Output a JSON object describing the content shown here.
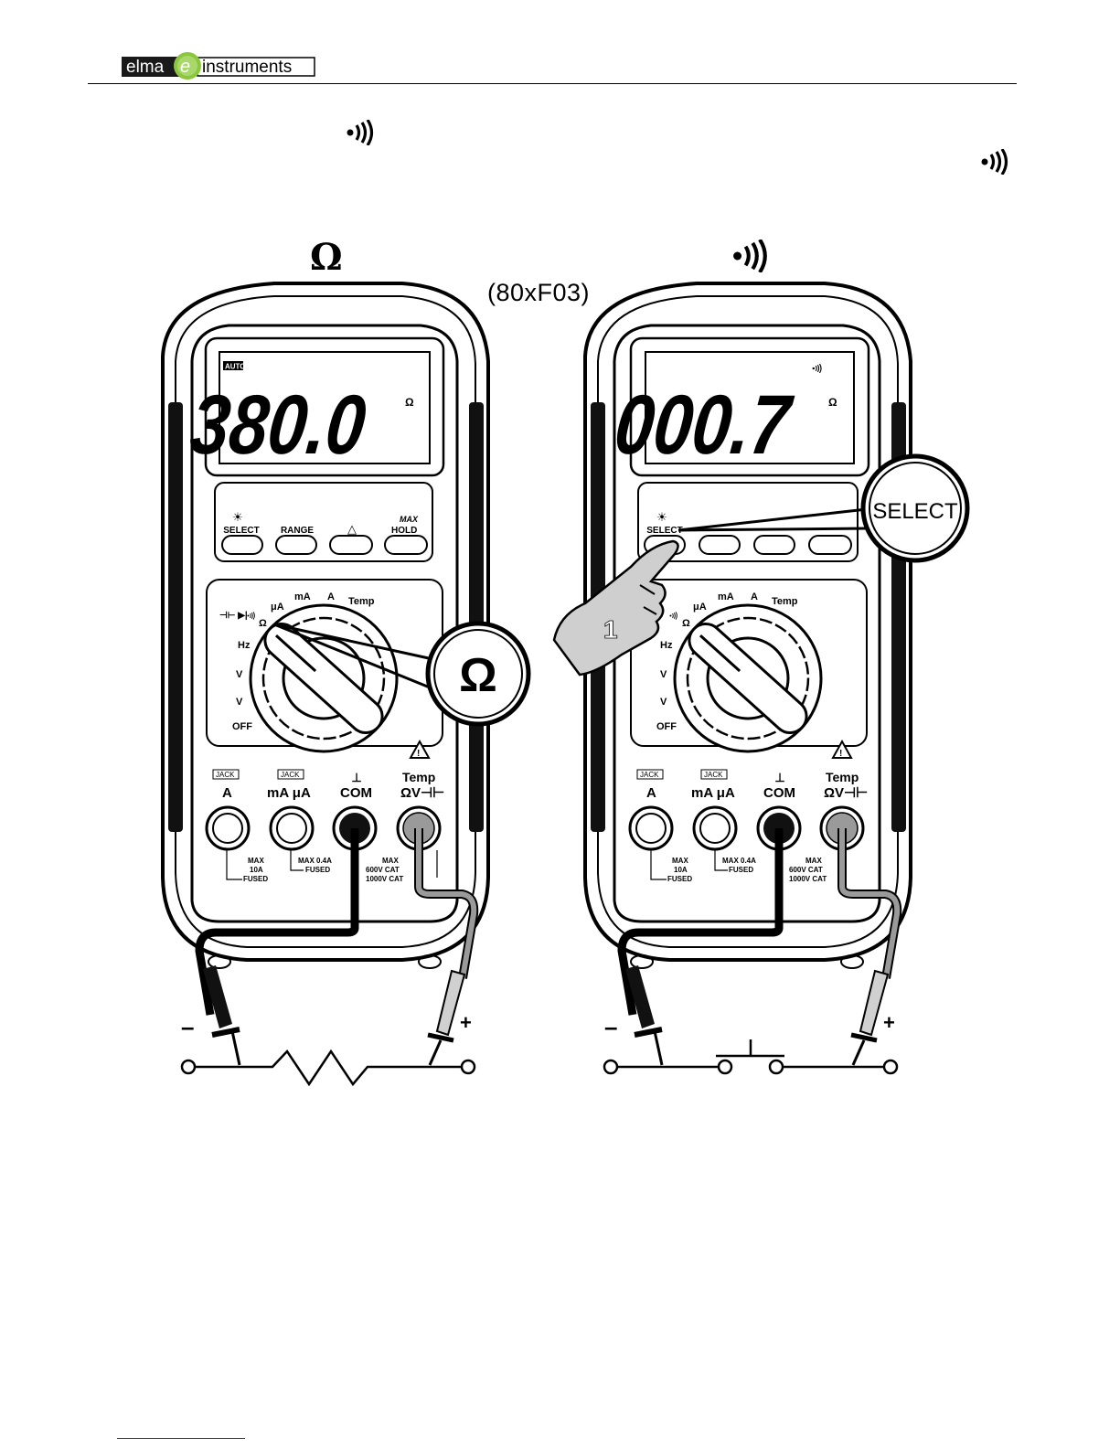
{
  "header": {
    "brand_left": "elma",
    "brand_mark": "e",
    "brand_right": "instruments"
  },
  "figure": {
    "left_heading_symbol": "Ω",
    "model_code": "(80xF03)",
    "left_meter": {
      "auto_badge": "AUTO",
      "display_value": "380.0",
      "display_unit": "Ω",
      "buttons": [
        "SELECT",
        "RANGE",
        "△",
        "HOLD"
      ],
      "max_label": "MAX",
      "dial_labels": {
        "ua": "μA",
        "ma": "mA",
        "a": "A",
        "temp": "Temp",
        "ohm": "Ω",
        "hz": "Hz",
        "v_ac": "V",
        "v_dc": "V",
        "off": "OFF"
      },
      "callout_symbol": "Ω",
      "jacks": {
        "jack_tag": "JACK",
        "a": "A",
        "ma_ua": "mA μA",
        "com": "COM",
        "temp": "Temp",
        "v_ohm_cap": "ΩV⊣⊢"
      },
      "ratings": {
        "max_10a": [
          "MAX",
          "10A",
          "FUSED"
        ],
        "max_04a": [
          "MAX 0.4A",
          "FUSED"
        ],
        "max_v": [
          "MAX",
          "600V  CAT",
          "1000V CAT"
        ]
      },
      "lead_minus": "–",
      "lead_plus": "+"
    },
    "right_meter": {
      "display_value": "000.7",
      "display_unit": "Ω",
      "buttons": [
        "SELECT"
      ],
      "callout_label": "SELECT",
      "finger_step": "1",
      "dial_labels": {
        "ua": "μA",
        "ma": "mA",
        "a": "A",
        "temp": "Temp",
        "ohm": "Ω",
        "hz": "Hz",
        "v_ac": "V",
        "v_dc": "V",
        "off": "OFF"
      },
      "jacks": {
        "jack_tag": "JACK",
        "a": "A",
        "ma_ua": "mA μA",
        "com": "COM",
        "temp": "Temp",
        "v_ohm_cap": "ΩV⊣⊢"
      },
      "ratings": {
        "max_10a": [
          "MAX",
          "10A",
          "FUSED"
        ],
        "max_04a": [
          "MAX 0.4A",
          "FUSED"
        ],
        "max_v": [
          "MAX",
          "600V  CAT",
          "1000V CAT"
        ]
      },
      "lead_minus": "–",
      "lead_plus": "+"
    }
  },
  "colors": {
    "brand_green": "#8cc63f",
    "link_blue": "#1a3fd0",
    "lead_gray": "#9a9a9a"
  }
}
